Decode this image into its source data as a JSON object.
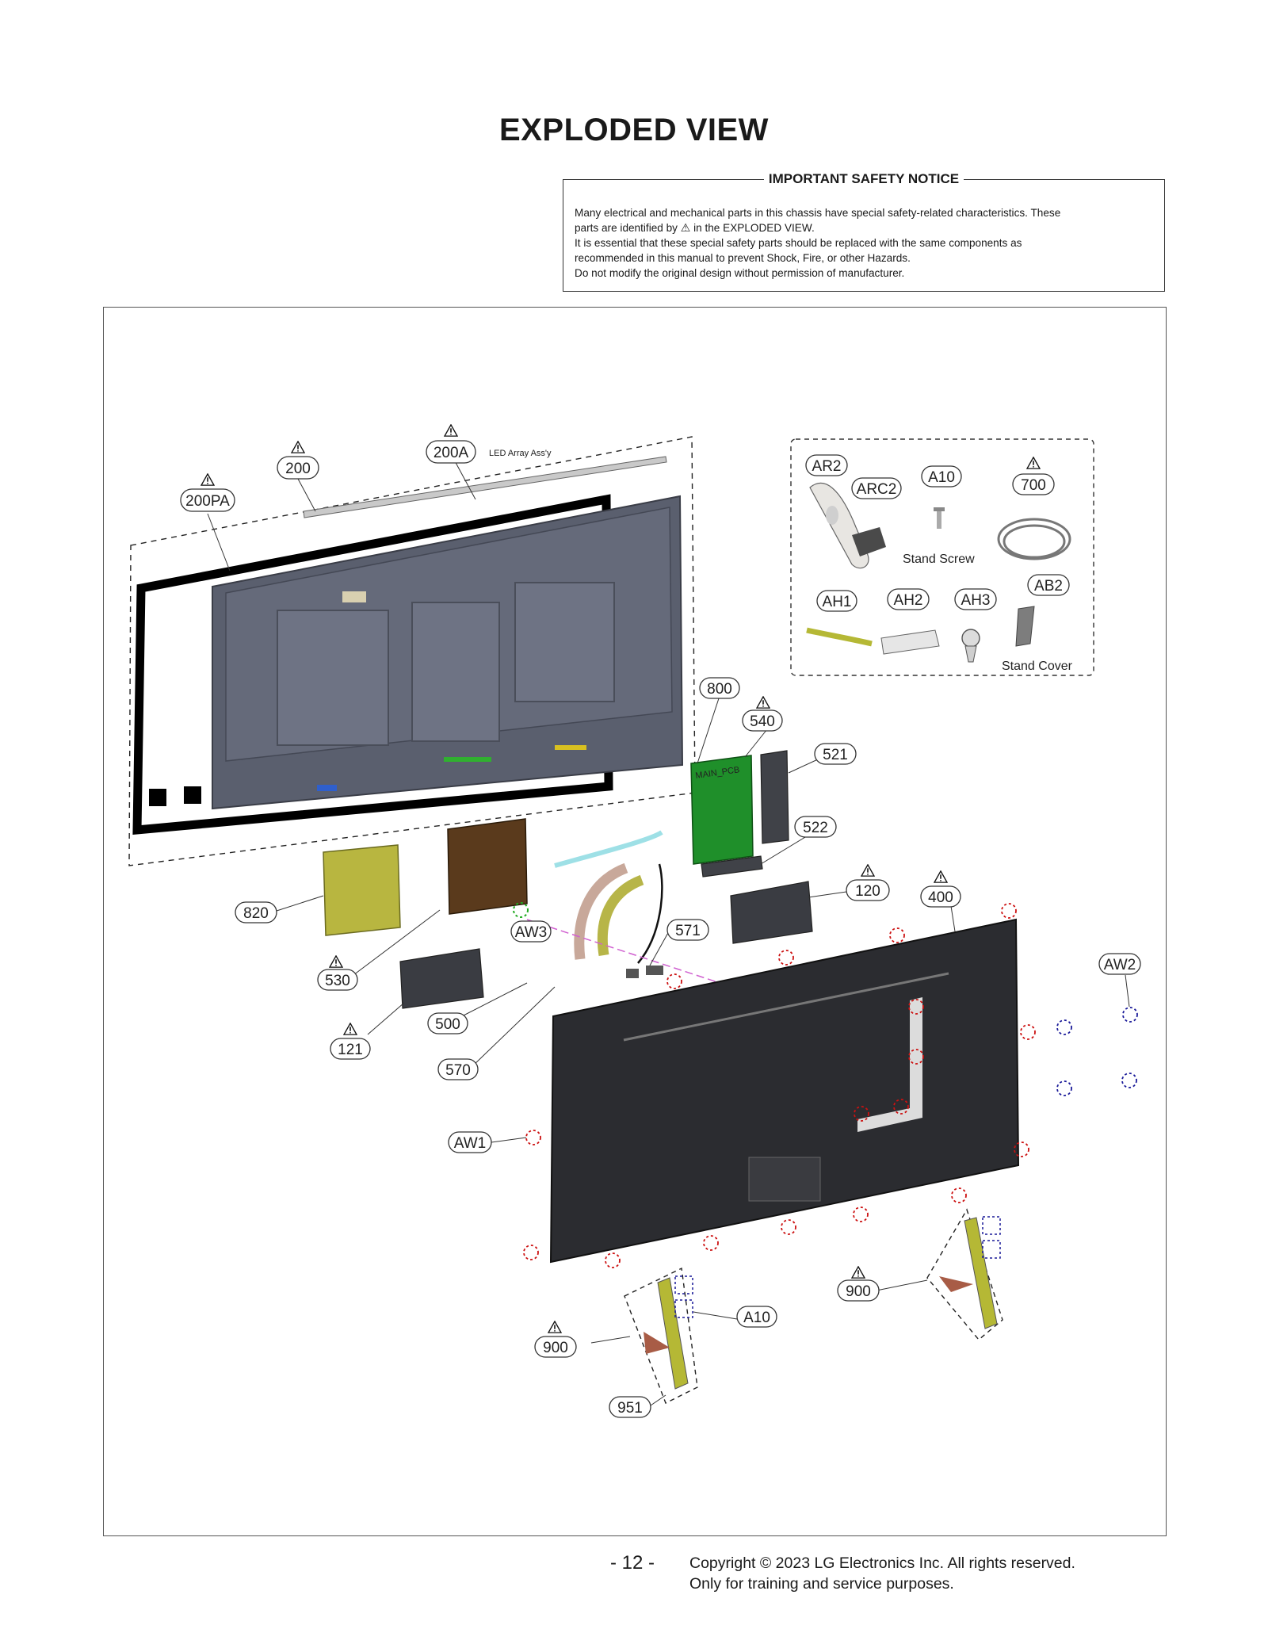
{
  "page": {
    "title": "EXPLODED VIEW",
    "page_number": "- 12 -",
    "copyright": "Copyright © 2023 LG Electronics Inc. All rights reserved.",
    "purpose": "Only for training and service purposes."
  },
  "notice": {
    "heading": "IMPORTANT SAFETY NOTICE",
    "line1": "Many electrical and mechanical parts in this chassis have special safety-related characteristics. These",
    "line2a": "parts are identified by",
    "line2b": "in the EXPLODED VIEW.",
    "line3": "It is essential that these special safety parts should be replaced with the same components as",
    "line4": "recommended in this manual to prevent Shock, Fire, or other Hazards.",
    "line5": "Do not modify the original design without permission of manufacturer."
  },
  "warning_symbol": "⚠",
  "callouts": {
    "p200PA": "200PA",
    "p200": "200",
    "p200A": "200A",
    "led_note": "LED Array Ass'y",
    "p800": "800",
    "p540": "540",
    "p521": "521",
    "p522": "522",
    "p120": "120",
    "p400": "400",
    "p820": "820",
    "p530": "530",
    "p121": "121",
    "p500": "500",
    "p570": "570",
    "p571": "571",
    "pAW1": "AW1",
    "pAW2": "AW2",
    "pAW3": "AW3",
    "p900_left": "900",
    "p900_right": "900",
    "p951": "951",
    "pA10_stand": "A10"
  },
  "accessories": {
    "AR2": "AR2",
    "ARC2": "ARC2",
    "A10": "A10",
    "p700": "700",
    "stand_screw": "Stand Screw",
    "AH1": "AH1",
    "AH2": "AH2",
    "AH3": "AH3",
    "AB2": "AB2",
    "stand_cover": "Stand Cover"
  },
  "pcb_label": "MAIN_PCB",
  "colors": {
    "panel": "#5a5f6e",
    "back_cover": "#2b2c30",
    "main_pcb": "#1f8f2a",
    "yellow_sheet": "#b8b640",
    "brown_sheet": "#5a3a1c",
    "stand_yellow": "#b5b835",
    "screw_red": "#cc1111",
    "screw_blue": "#1a1a99"
  }
}
